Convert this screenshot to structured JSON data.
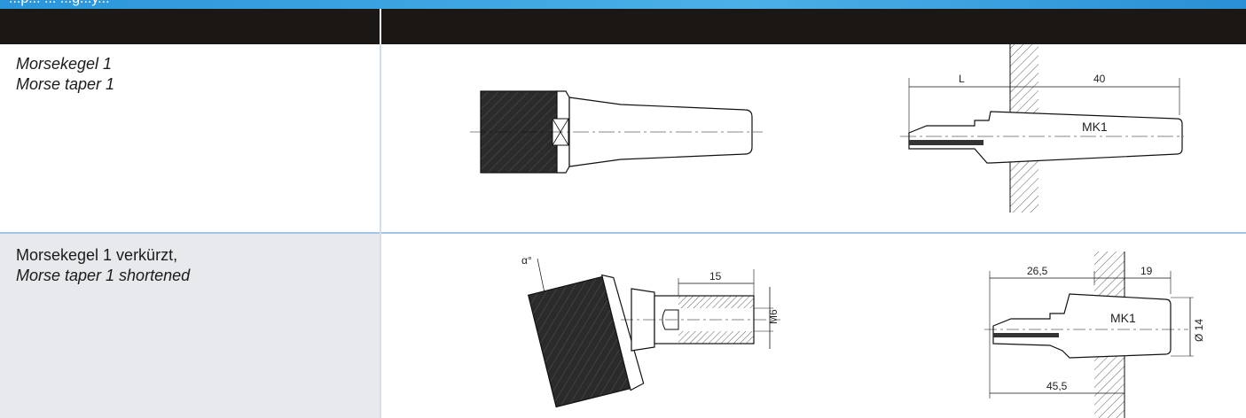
{
  "header": {
    "title_partial": "...p... ... ...g...y..."
  },
  "rows": [
    {
      "label_line1": "Morsekegel 1",
      "label_line2": "Morse taper 1",
      "drawing_left": {
        "name": "morse-taper-1-holder"
      },
      "drawing_right": {
        "dim_L": "L",
        "dim_40": "40",
        "label_mk": "MK1"
      }
    },
    {
      "label_line1": "Morsekegel 1 verkürzt,",
      "label_line2": "Morse taper 1 shortened",
      "drawing_left": {
        "dim_alpha": "α°",
        "dim_15": "15",
        "dim_m6": "M6"
      },
      "drawing_right": {
        "dim_265": "26,5",
        "dim_19": "19",
        "dim_455": "45,5",
        "dim_d14": "Ø 14",
        "label_mk": "MK1"
      }
    }
  ]
}
